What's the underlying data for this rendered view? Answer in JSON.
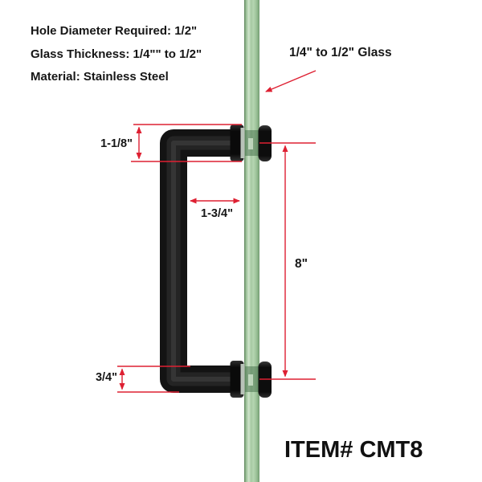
{
  "diagram": {
    "specs": {
      "hole_diameter": "Hole Diameter Required: 1/2\"",
      "glass_thickness": "Glass Thickness: 1/4\"\" to 1/2\"",
      "material": "Material: Stainless Steel"
    },
    "glass_callout": "1/4\" to 1/2\" Glass",
    "dimensions": {
      "mount_height": "1-1/8\"",
      "standoff_depth": "1-3/4\"",
      "hole_spacing": "8\"",
      "tube_diameter": "3/4\""
    },
    "item_number": "ITEM# CMT8",
    "colors": {
      "dimension_red": "#de2032",
      "glass_green": "#a9cba7",
      "handle_black": "#131313"
    }
  }
}
